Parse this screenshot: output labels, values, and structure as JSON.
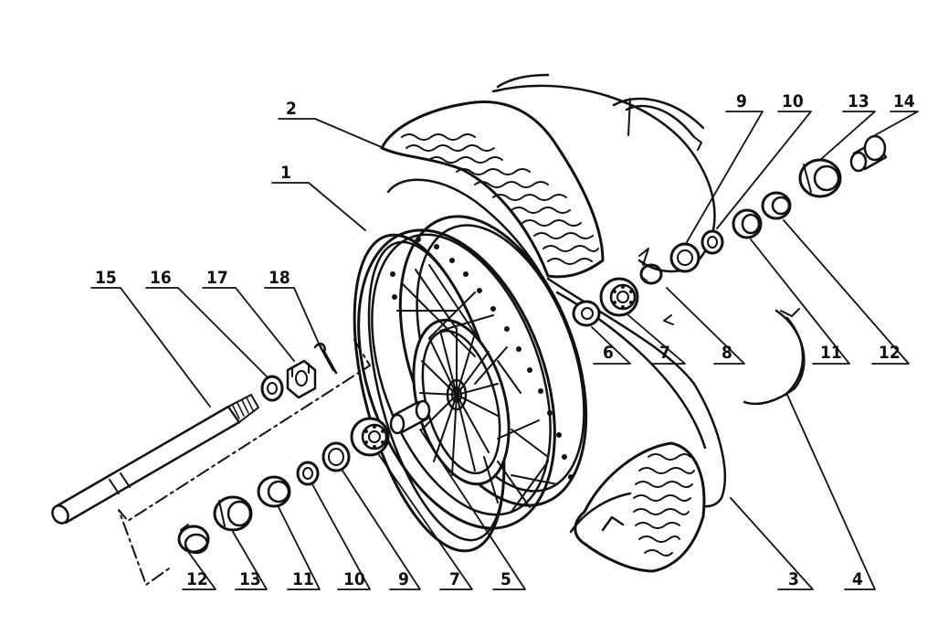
{
  "figure": {
    "type": "exploded-parts-diagram",
    "subject": "wheel-assembly",
    "ink_color": "#111111",
    "paper_color": "#ffffff"
  },
  "callouts": [
    {
      "id": "c1",
      "label": "1"
    },
    {
      "id": "c2",
      "label": "2"
    },
    {
      "id": "c3",
      "label": "3"
    },
    {
      "id": "c4",
      "label": "4"
    },
    {
      "id": "c5",
      "label": "5"
    },
    {
      "id": "c6",
      "label": "6"
    },
    {
      "id": "c7a",
      "label": "7"
    },
    {
      "id": "c7b",
      "label": "7"
    },
    {
      "id": "c8",
      "label": "8"
    },
    {
      "id": "c9a",
      "label": "9"
    },
    {
      "id": "c9b",
      "label": "9"
    },
    {
      "id": "c10a",
      "label": "10"
    },
    {
      "id": "c10b",
      "label": "10"
    },
    {
      "id": "c11a",
      "label": "11"
    },
    {
      "id": "c11b",
      "label": "11"
    },
    {
      "id": "c12a",
      "label": "12"
    },
    {
      "id": "c12b",
      "label": "12"
    },
    {
      "id": "c13a",
      "label": "13"
    },
    {
      "id": "c13b",
      "label": "13"
    },
    {
      "id": "c14",
      "label": "14"
    },
    {
      "id": "c15",
      "label": "15"
    },
    {
      "id": "c16",
      "label": "16"
    },
    {
      "id": "c17",
      "label": "17"
    },
    {
      "id": "c18",
      "label": "18"
    }
  ]
}
